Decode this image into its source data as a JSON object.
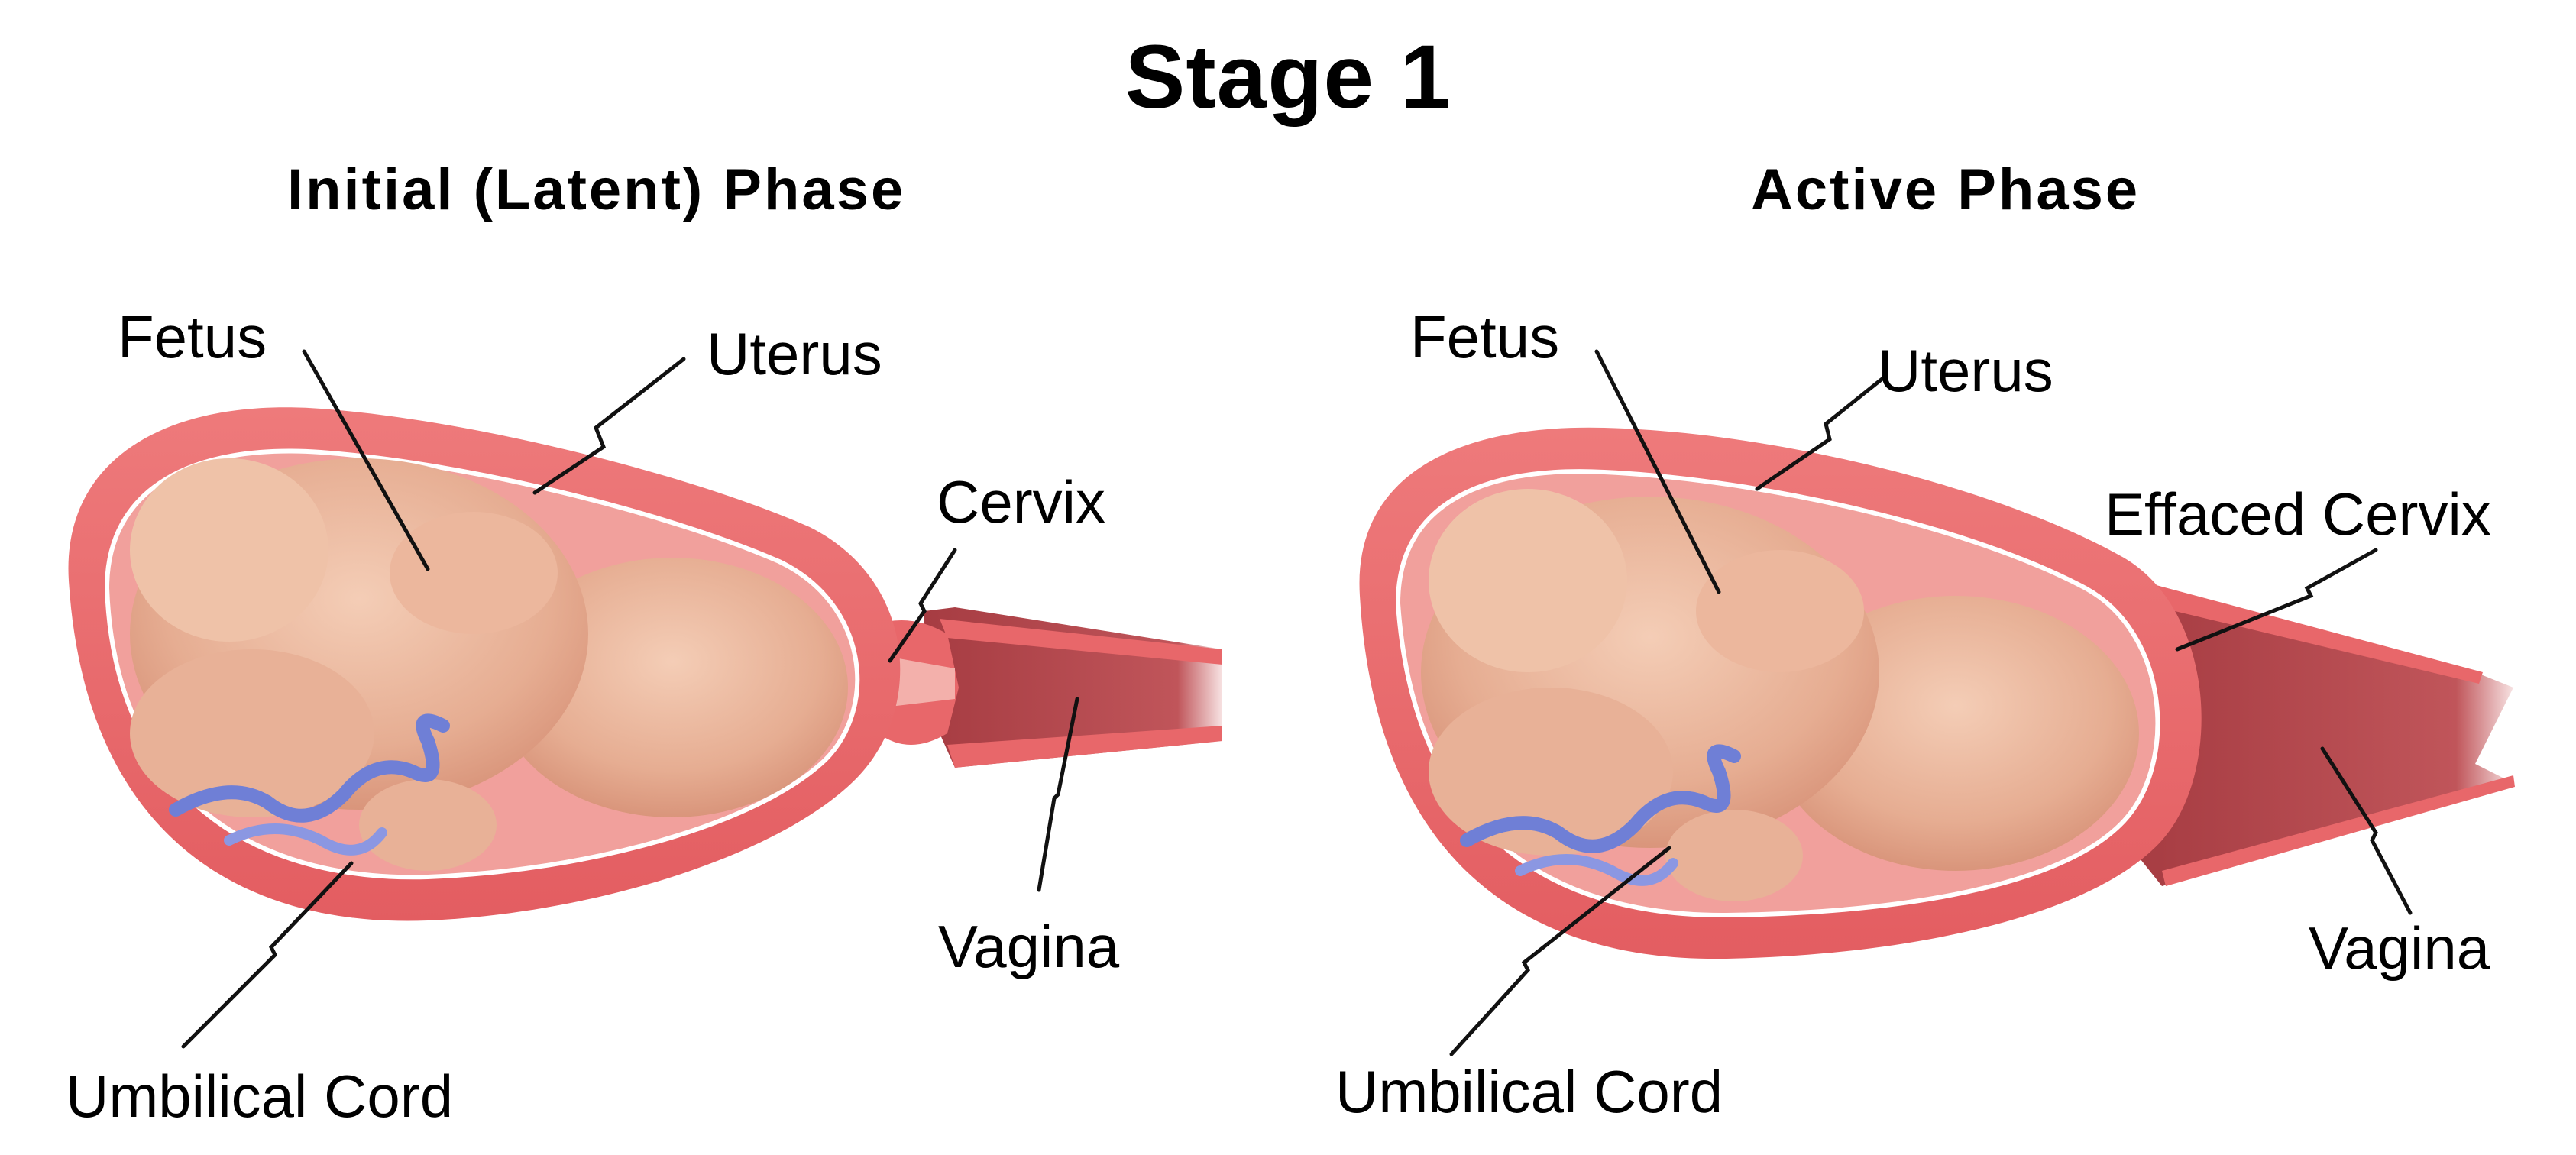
{
  "title": "Stage 1",
  "panels": [
    {
      "phase": "Initial (Latent) Phase",
      "labels": {
        "fetus": "Fetus",
        "uterus": "Uterus",
        "cervix": "Cervix",
        "vagina": "Vagina",
        "umbilical_cord": "Umbilical Cord"
      }
    },
    {
      "phase": "Active Phase",
      "labels": {
        "fetus": "Fetus",
        "uterus": "Uterus",
        "cervix": "Effaced Cervix",
        "vagina": "Vagina",
        "umbilical_cord": "Umbilical Cord"
      }
    }
  ],
  "colors": {
    "uterine_wall": "#e8676a",
    "uterine_inner": "#f2a7a2",
    "vaginal_canal": "#b6474b",
    "fetus_skin": "#e9b49a",
    "umbilical_cord": "#6f7fd6",
    "leader_line": "#111111"
  }
}
